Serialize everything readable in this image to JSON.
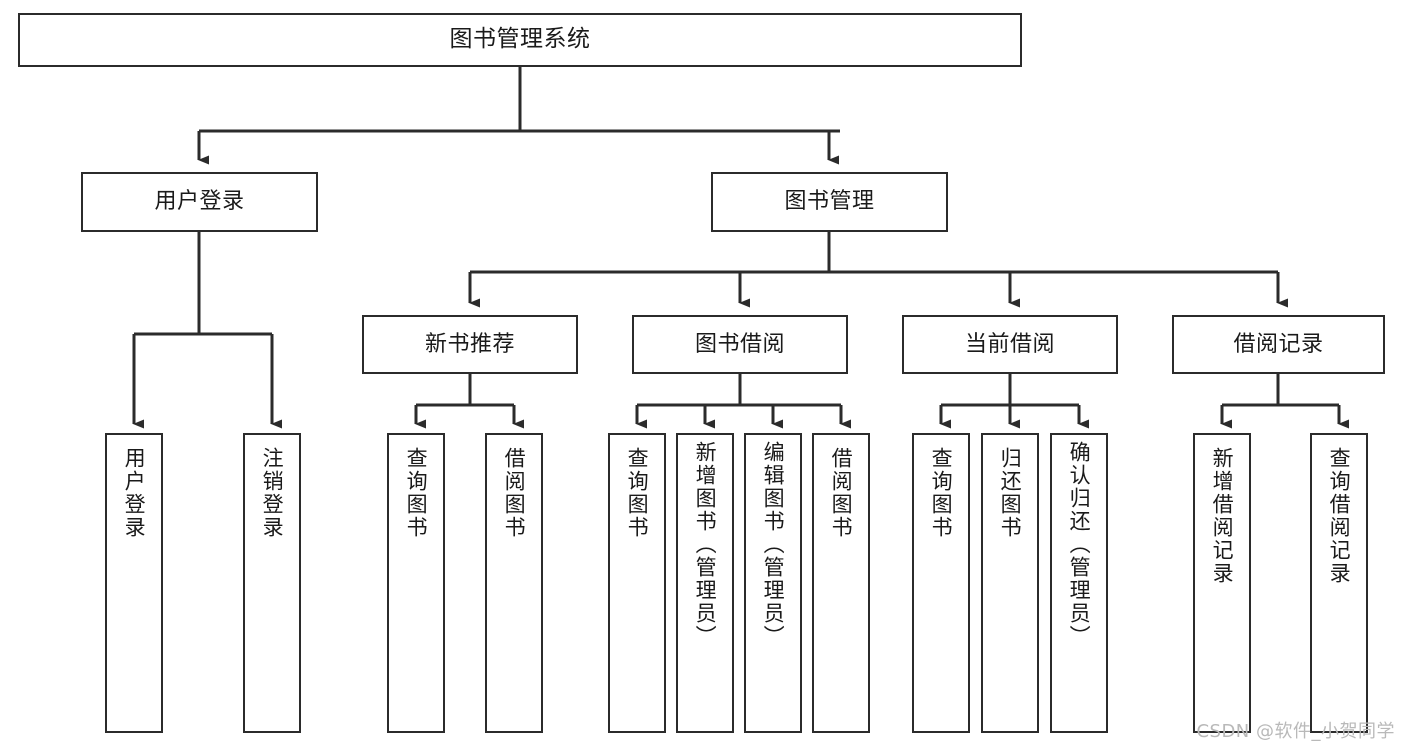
{
  "diagram": {
    "title": "图书管理系统",
    "type": "tree-hierarchy",
    "watermark": "CSDN @软件_小贺同学",
    "root": {
      "id": "root",
      "label": "图书管理系统"
    },
    "level2": [
      {
        "id": "user-login",
        "label": "用户登录"
      },
      {
        "id": "book-management",
        "label": "图书管理"
      }
    ],
    "level3": [
      {
        "id": "new-book-recommend",
        "label": "新书推荐",
        "parent": "book-management"
      },
      {
        "id": "book-borrow",
        "label": "图书借阅",
        "parent": "book-management"
      },
      {
        "id": "current-borrow",
        "label": "当前借阅",
        "parent": "book-management"
      },
      {
        "id": "borrow-record",
        "label": "借阅记录",
        "parent": "book-management"
      }
    ],
    "leaves": [
      {
        "id": "leaf-user-login",
        "label": "用户登录",
        "parent": "user-login"
      },
      {
        "id": "leaf-user-logout",
        "label": "注销登录",
        "parent": "user-login"
      },
      {
        "id": "leaf-query-book-1",
        "label": "查询图书",
        "parent": "new-book-recommend"
      },
      {
        "id": "leaf-borrow-book-1",
        "label": "借阅图书",
        "parent": "new-book-recommend"
      },
      {
        "id": "leaf-query-book-2",
        "label": "查询图书",
        "parent": "book-borrow"
      },
      {
        "id": "leaf-add-book",
        "label": "新增图书（管理员）",
        "parent": "book-borrow"
      },
      {
        "id": "leaf-edit-book",
        "label": "编辑图书（管理员）",
        "parent": "book-borrow"
      },
      {
        "id": "leaf-borrow-book-2",
        "label": "借阅图书",
        "parent": "book-borrow"
      },
      {
        "id": "leaf-query-book-3",
        "label": "查询图书",
        "parent": "current-borrow"
      },
      {
        "id": "leaf-return-book",
        "label": "归还图书",
        "parent": "current-borrow"
      },
      {
        "id": "leaf-confirm-return",
        "label": "确认归还（管理员）",
        "parent": "current-borrow"
      },
      {
        "id": "leaf-add-record",
        "label": "新增借阅记录",
        "parent": "borrow-record"
      },
      {
        "id": "leaf-query-record",
        "label": "查询借阅记录",
        "parent": "borrow-record"
      }
    ],
    "colors": {
      "stroke": "#2b2b2b",
      "fill": "#ffffff",
      "text": "#1a1a1a",
      "watermark": "#b9b9b9"
    }
  }
}
